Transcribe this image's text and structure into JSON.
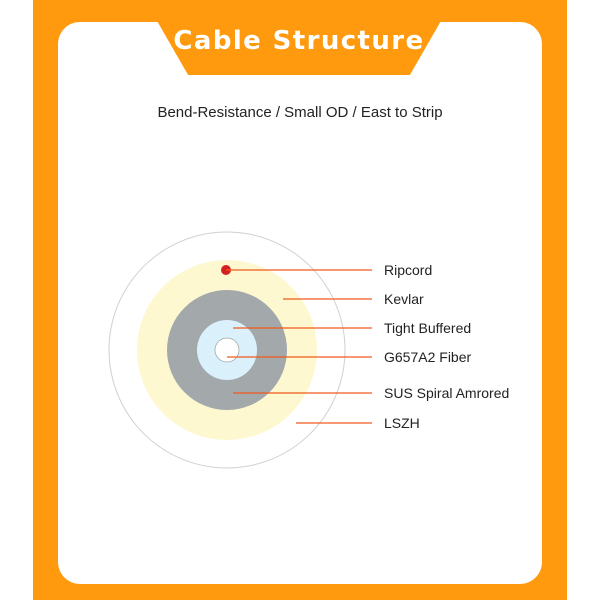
{
  "title": "Cable Structure",
  "subtitle": "Bend-Resistance / Small OD / East to Strip",
  "colors": {
    "frame": "#ff9a0e",
    "leader_line": "#f05a1e",
    "ripcord": "#d42020",
    "lszh": "#ffffff",
    "kevlar": "#fdf8d0",
    "armor": "#a3a8ab",
    "tight_buffer": "#daf0fb",
    "fiber": "#ffffff"
  },
  "layers": [
    {
      "key": "ripcord",
      "label": "Ripcord"
    },
    {
      "key": "kevlar",
      "label": "Kevlar"
    },
    {
      "key": "tight_buffer",
      "label": "Tight Buffered"
    },
    {
      "key": "fiber",
      "label": "G657A2 Fiber"
    },
    {
      "key": "armor",
      "label": "SUS Spiral Amrored"
    },
    {
      "key": "lszh",
      "label": "LSZH"
    }
  ]
}
